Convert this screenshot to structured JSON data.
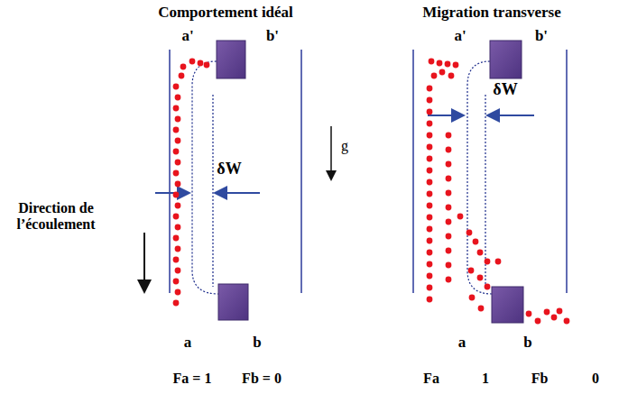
{
  "diagram": {
    "labels": [
      "Comportement idéal",
      "Migration transverse",
      "a'",
      "b'",
      "δW",
      "g",
      "Direction de l’écoulement",
      "a",
      "b",
      "Fa = 1",
      "Fb = 0",
      "a'",
      "b'",
      "δW",
      "a",
      "b",
      "Fa",
      "1",
      "Fb",
      "0"
    ]
  }
}
